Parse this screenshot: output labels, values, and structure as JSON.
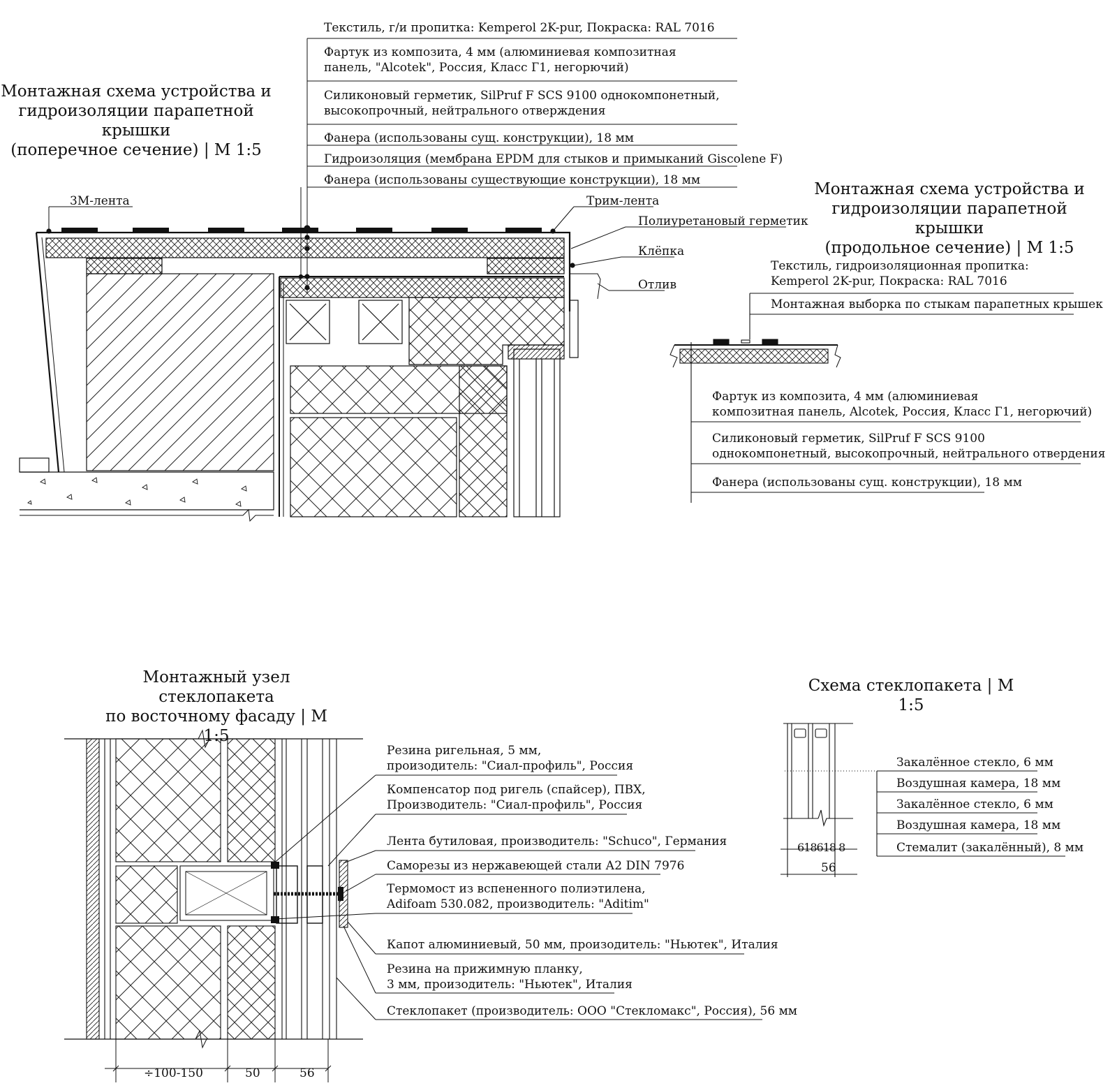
{
  "titles": {
    "parapet_cross": [
      "Монтажная схема устройства и",
      "гидроизоляции парапетной крышки",
      "(поперечное сечение) | М 1:5"
    ],
    "parapet_long": [
      "Монтажная схема устройства и",
      "гидроизоляции парапетной крышки",
      "(продольное сечение) | М 1:5"
    ],
    "glazing_node": [
      "Монтажный узел стеклопакета",
      "по восточному фасаду | М 1:5"
    ],
    "glazing_scheme": "Схема стеклопакета | М 1:5"
  },
  "parapet_cross_layers": [
    [
      "Текстиль, г/и пропитка: Kemperol 2K-pur, Покраска: RAL 7016"
    ],
    [
      "Фартук из композита, 4 мм (алюминиевая композитная",
      "панель, \"Alcotek\", Россия, Класс Г1, негорючий)"
    ],
    [
      "Силиконовый герметик, SilPruf F SCS 9100 однокомпонетный,",
      "высокопрочный, нейтрального отверждения"
    ],
    [
      "Фанера (использованы сущ. конструкции), 18 мм"
    ],
    [
      "Гидроизоляция (мембрана EPDM для стыков и примыканий Giscolene F)"
    ],
    [
      "Фанера (использованы существующие конструкции), 18 мм"
    ]
  ],
  "parapet_cross_callouts": {
    "tape_3m": "3М-лента",
    "trim_tape": "Трим-лента",
    "pu_sealant": "Полиуретановый герметик",
    "rivet": "Клёпка",
    "drip": "Отлив"
  },
  "parapet_long_top": [
    [
      "Текстиль, гидроизоляционная пропитка:",
      "Kemperol 2K-pur, Покраска: RAL 7016"
    ],
    [
      "Монтажная выборка по стыкам парапетных крышек"
    ]
  ],
  "parapet_long_bottom": [
    [
      "Фартук из композита, 4 мм (алюминиевая",
      "композитная панель, Alcotek, Россия, Класс Г1, негорючий)"
    ],
    [
      "Силиконовый герметик, SilPruf F SCS 9100",
      "однокомпонетный, высокопрочный, нейтрального отвердения"
    ],
    [
      "Фанера (использованы сущ. конструкции), 18 мм"
    ]
  ],
  "glazing_node_layers": [
    [
      "Резина ригельная, 5 мм,",
      "произодитель: \"Сиал-профиль\", Россия"
    ],
    [
      "Компенсатор под ригель (спайсер), ПВХ,",
      "Производитель: \"Сиал-профиль\", Россия"
    ],
    [
      "Лента бутиловая, производитель: \"Schuco\", Германия"
    ],
    [
      "Саморезы из нержавеющей стали А2 DIN 7976"
    ],
    [
      "Термомост из вспененного полиэтилена,",
      "Adifoam 530.082, производитель: \"Aditim\""
    ],
    [
      "Капот алюминиевый, 50 мм, произодитель: \"Ньютек\", Италия"
    ],
    [
      "Резина на прижимную планку,",
      "3 мм, произодитель: \"Ньютек\", Италия"
    ],
    [
      "Стеклопакет (производитель: ООО \"Стекломакс\", Россия), 56 мм"
    ]
  ],
  "glazing_node_dims": [
    "÷100-150",
    "50",
    "56"
  ],
  "glazing_scheme_layers": [
    "Закалённое стекло, 6 мм",
    "Воздушная камера, 18 мм",
    "Закалённое стекло, 6 мм",
    "Воздушная камера, 18 мм",
    "Стемалит (закалённый), 8 мм"
  ],
  "glazing_scheme_dims": {
    "parts": [
      "6",
      "18",
      "6",
      "18",
      "8"
    ],
    "total": "56"
  }
}
